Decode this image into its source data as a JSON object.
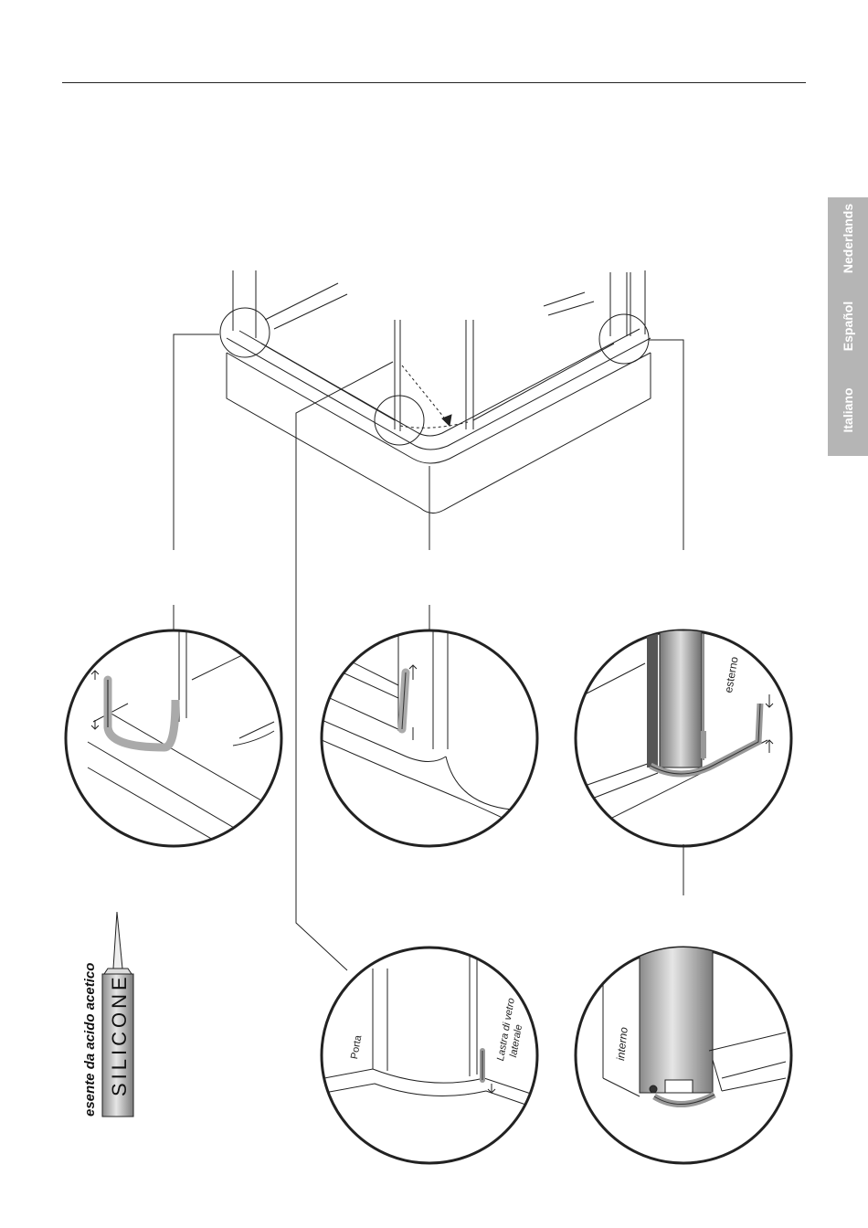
{
  "languages": [
    "Italiano",
    "Español",
    "Nederlands"
  ],
  "labels": {
    "esterno": "esterno",
    "porta": "Porta",
    "lastra_line1": "Lastra di vetro",
    "lastra_line2": "laterale",
    "interno": "interno"
  },
  "silicone": {
    "brand": "SILICONE",
    "note": "esente da acido acetico"
  },
  "colors": {
    "tab": "#b5b5b5",
    "line": "#222222",
    "tube": "#cfcfcf"
  }
}
